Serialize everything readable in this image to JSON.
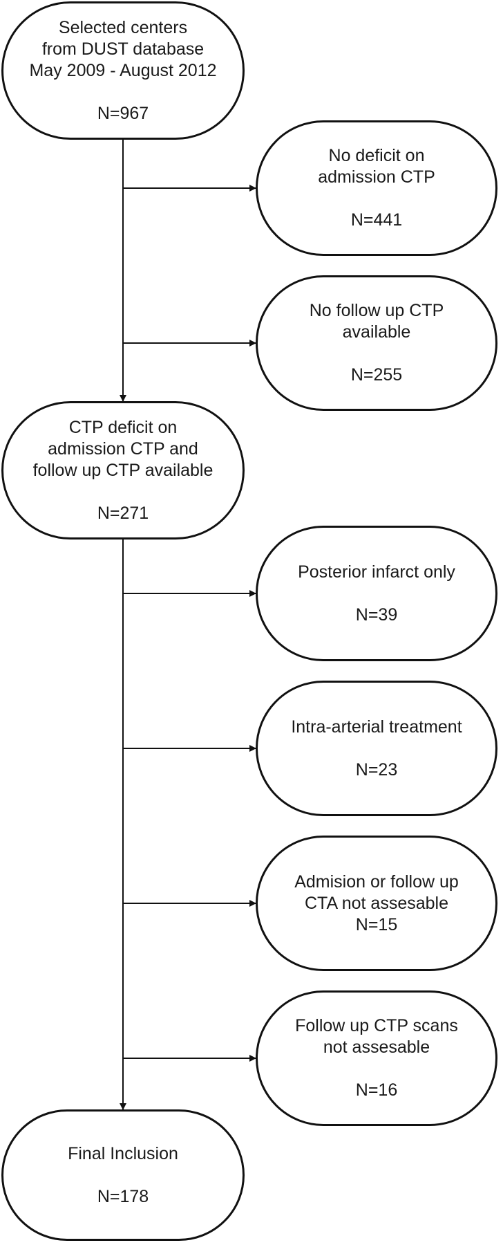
{
  "nodes": [
    {
      "id": "n1",
      "lines": [
        "Selected centers",
        "from DUST database",
        "May 2009 - August 2012"
      ],
      "count": "N=967",
      "gap": true
    },
    {
      "id": "n2",
      "lines": [
        "No deficit on",
        "admission CTP"
      ],
      "count": "N=441",
      "gap": true
    },
    {
      "id": "n3",
      "lines": [
        "No follow up CTP",
        "available"
      ],
      "count": "N=255",
      "gap": true
    },
    {
      "id": "n4",
      "lines": [
        "CTP deficit on",
        "admission CTP and",
        "follow up CTP available"
      ],
      "count": "N=271",
      "gap": true
    },
    {
      "id": "n5",
      "lines": [
        "Posterior infarct only"
      ],
      "count": "N=39",
      "gap": true
    },
    {
      "id": "n6",
      "lines": [
        "Intra-arterial treatment"
      ],
      "count": "N=23",
      "gap": true
    },
    {
      "id": "n7",
      "lines": [
        "Admision or follow up",
        "CTA not assesable"
      ],
      "count": "N=15",
      "gap": false
    },
    {
      "id": "n8",
      "lines": [
        "Follow up CTP scans",
        "not assesable"
      ],
      "count": "N=16",
      "gap": true
    },
    {
      "id": "n9",
      "lines": [
        "Final Inclusion"
      ],
      "count": "N=178",
      "gap": true
    }
  ],
  "edges": [
    {
      "from": "n1",
      "to": "n2"
    },
    {
      "from": "n1",
      "to": "n3"
    },
    {
      "from": "n1",
      "to": "n4"
    },
    {
      "from": "n4",
      "to": "n5"
    },
    {
      "from": "n4",
      "to": "n6"
    },
    {
      "from": "n4",
      "to": "n7"
    },
    {
      "from": "n4",
      "to": "n8"
    },
    {
      "from": "n4",
      "to": "n9"
    }
  ]
}
